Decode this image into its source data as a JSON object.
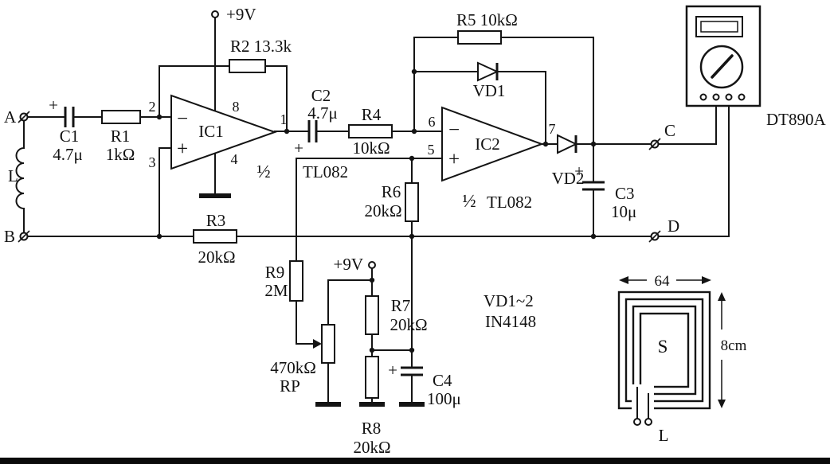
{
  "power": {
    "vcc_top": "+9V",
    "vcc_mid": "+9V"
  },
  "terminals": {
    "a": "A",
    "b": "B",
    "c": "C",
    "d": "D"
  },
  "probe": {
    "l": "L"
  },
  "signs": {
    "plus": "+",
    "minus": "−"
  },
  "r": {
    "r1": {
      "name": "R1",
      "value": "1kΩ"
    },
    "r2": {
      "label": "R2 13.3k"
    },
    "r3": {
      "name": "R3",
      "value": "20kΩ"
    },
    "r4": {
      "name": "R4",
      "value": "10kΩ"
    },
    "r5": {
      "label": "R5 10kΩ"
    },
    "r6": {
      "name": "R6",
      "value": "20kΩ"
    },
    "r7": {
      "name": "R7",
      "value": "20kΩ"
    },
    "r8": {
      "name": "R8",
      "value": "20kΩ"
    },
    "r9": {
      "name": "R9",
      "value": "2M"
    },
    "rp": {
      "name": "RP",
      "value": "470kΩ"
    }
  },
  "c": {
    "c1": {
      "name": "C1",
      "value": "4.7μ"
    },
    "c2": {
      "name": "C2",
      "value": "4.7μ"
    },
    "c3": {
      "name": "C3",
      "value": "10μ"
    },
    "c4": {
      "name": "C4",
      "value": "100μ"
    }
  },
  "d": {
    "vd1": "VD1",
    "vd2": "VD2",
    "note1": "VD1~2",
    "note2": "IN4148"
  },
  "ic": {
    "ic1": {
      "name": "IC1",
      "half": "½",
      "chip": "TL082",
      "p_inv": "2",
      "p_ninv": "3",
      "p_vcc": "8",
      "p_vee": "4",
      "p_out": "1"
    },
    "ic2": {
      "name": "IC2",
      "half": "½",
      "chip": "TL082",
      "p_inv": "6",
      "p_ninv": "5",
      "p_out": "7"
    }
  },
  "meter": {
    "model": "DT890A"
  },
  "coil": {
    "w": "64",
    "h": "8cm",
    "s": "S",
    "l": "L"
  }
}
